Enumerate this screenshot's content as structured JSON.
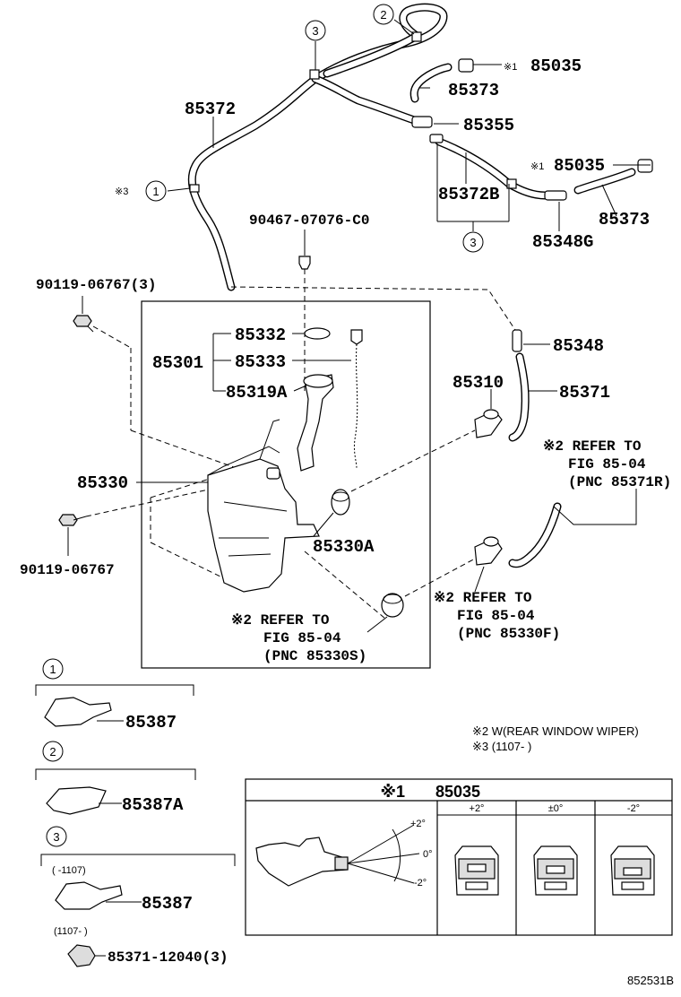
{
  "hose_labels": {
    "main_hose": "85372",
    "short_hose_upper": "85373",
    "connector": "85355",
    "hose_b": "85372B",
    "short_hose_right": "85373",
    "joint_g": "85348G",
    "joint": "85348",
    "hose_right": "85371"
  },
  "nozzle_labels": {
    "upper_mark": "※1",
    "upper_pn": "85035",
    "right_mark": "※1",
    "right_pn": "85035"
  },
  "clamp_callouts": {
    "top2": "2",
    "top3": "3",
    "left1": "1",
    "left1_mark": "※3",
    "bottom3": "3"
  },
  "fastener_labels": {
    "grommet": "90467-07076-C0",
    "bolt_top": "90119-06767(3)",
    "bolt_bottom": "90119-06767"
  },
  "tank_labels": {
    "assy": "85301",
    "cap": "85332",
    "gauge": "85333",
    "inlet": "85319A",
    "tank": "85330",
    "grommet": "85330A",
    "pump": "85310"
  },
  "refer_notes": {
    "upper": [
      "※2 REFER TO",
      "FIG 85-04",
      "(PNC 85371R)"
    ],
    "right": [
      "※2 REFER TO",
      "FIG 85-04",
      "(PNC 85330F)"
    ],
    "center": [
      "※2 REFER TO",
      "FIG 85-04",
      "(PNC 85330S)"
    ]
  },
  "footnotes": [
    "※2 W(REAR WINDOW WIPER)",
    "※3 (1107-       )"
  ],
  "clamp_legend": [
    {
      "num": "1",
      "pn": "85387"
    },
    {
      "num": "2",
      "pn": "85387A"
    },
    {
      "num": "3",
      "pn": "85387",
      "range_before": "(       -1107)",
      "range_after": "(1107-       )",
      "alt_pn": "85371-12040(3)"
    }
  ],
  "adjust_box": {
    "title_mark": "※1",
    "title_pn": "85035",
    "angle_plus": "+2°",
    "angle_zero": "0°",
    "angle_minus": "-2°",
    "columns": [
      "+2°",
      "±0°",
      "-2°"
    ]
  },
  "figure_id": "852531B"
}
